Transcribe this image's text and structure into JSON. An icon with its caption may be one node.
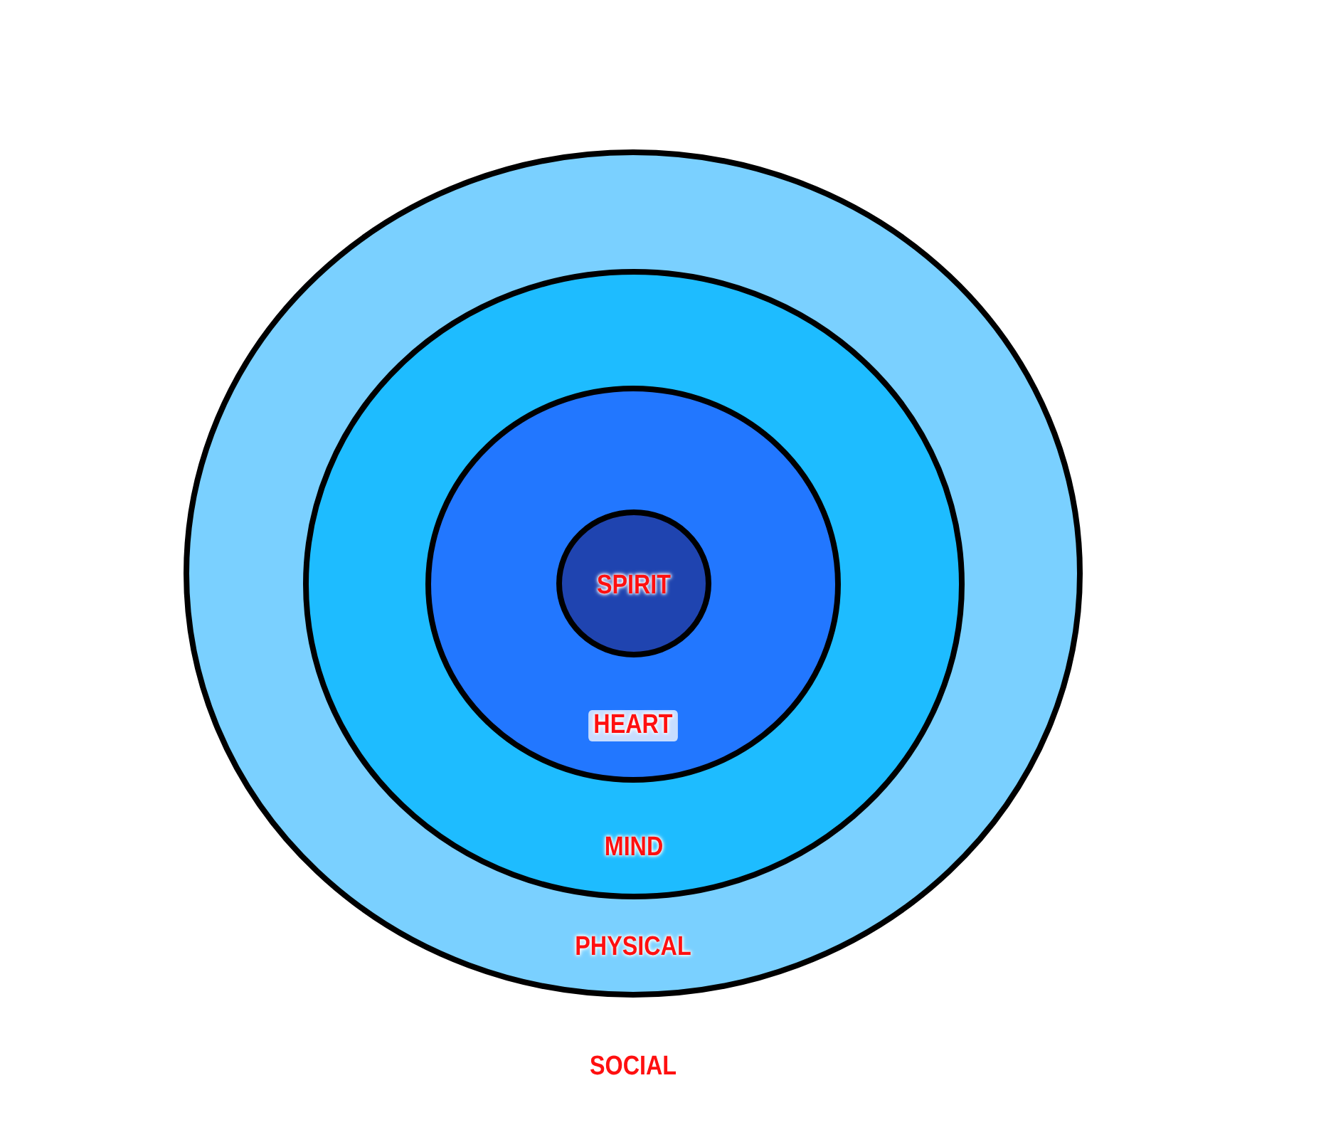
{
  "diagram": {
    "nodes": [
      {
        "text": [
          "PHYSICAL"
        ]
      },
      {
        "text": [
          "MIND"
        ],
        "in": 0
      },
      {
        "text": [
          "HEART"
        ],
        "in": 1
      },
      {
        "text": [
          "SPIRIT"
        ],
        "in": 2
      }
    ],
    "edges": [],
    "labels": [
      "SOCIAL"
    ]
  }
}
